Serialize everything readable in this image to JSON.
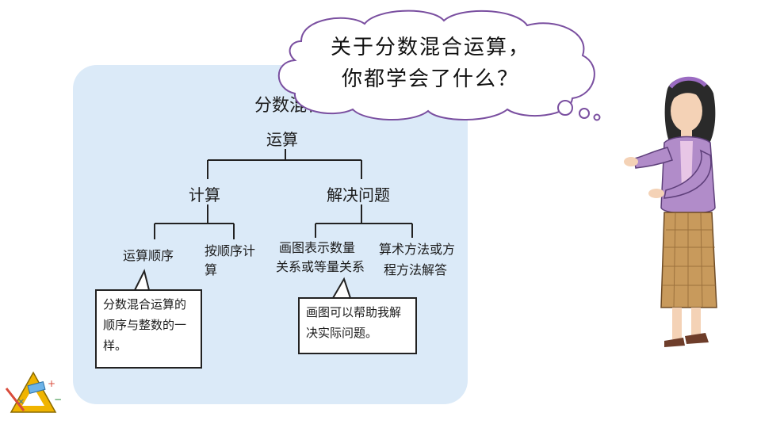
{
  "bubble": {
    "line1": "关于分数混合运算，",
    "line2": "你都学会了什么？"
  },
  "tree": {
    "root_line1": "分数混合",
    "root_line2": "运算",
    "left": "计算",
    "right": "解决问题",
    "leaf1": "运算顺序",
    "leaf2_line1": "按顺序计",
    "leaf2_line2": "算",
    "leaf3_line1": "画图表示数量",
    "leaf3_line2": "关系或等量关系",
    "leaf4_line1": "算术方法或方",
    "leaf4_line2": "程方法解答"
  },
  "notes": {
    "left": "分数混合运算的顺序与整数的一样。",
    "right": "画图可以帮助我解决实际问题。"
  },
  "icons": {
    "corner": "math-tools-icon",
    "teacher": "teacher-illustration"
  }
}
